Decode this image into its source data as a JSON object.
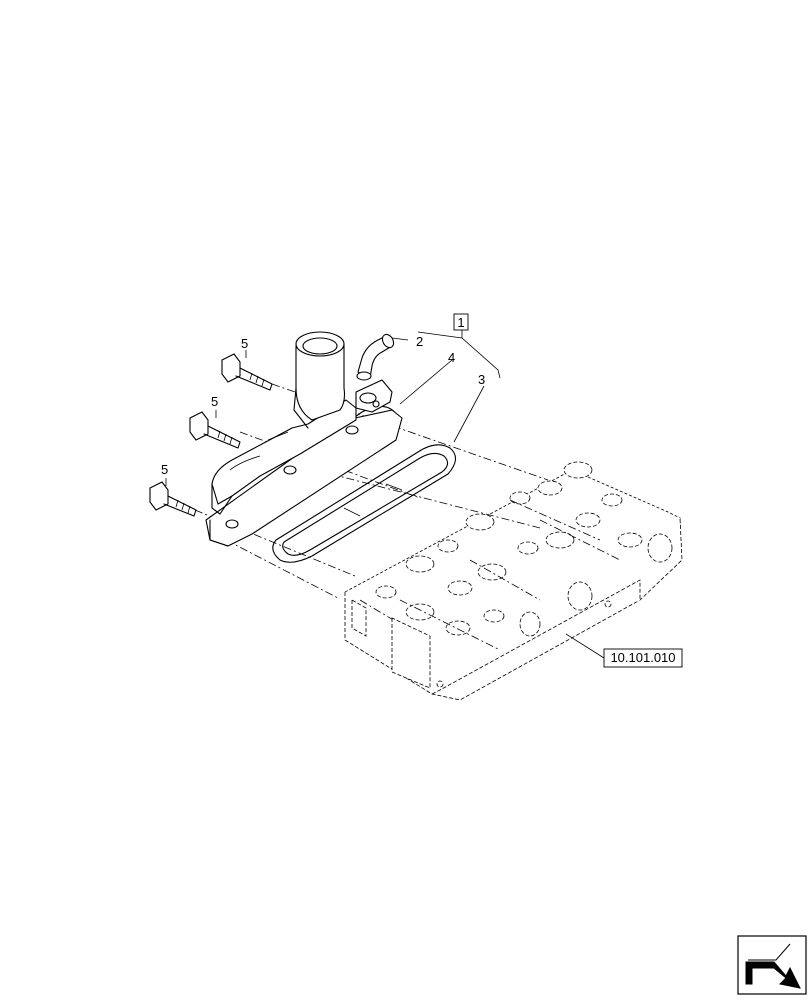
{
  "callouts": {
    "assembly": "1",
    "pipe": "2",
    "gasket_outer": "3",
    "gasket_inner": "4",
    "bolt_top": "5",
    "bolt_middle": "5",
    "bolt_bottom": "5"
  },
  "reference": "10.101.010",
  "nav_icon": "next-page-arrow-icon"
}
